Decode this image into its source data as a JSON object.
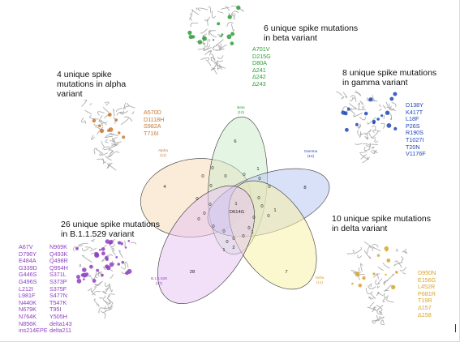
{
  "colors": {
    "alpha": "#c9782f",
    "beta": "#2e9e3a",
    "gamma": "#1f47b8",
    "delta": "#d8a52a",
    "omicron": "#8e3fc0",
    "alpha_fill": "#f6dcb8",
    "beta_fill": "#cfeccd",
    "gamma_fill": "#b9c8f2",
    "delta_fill": "#f7f0a8",
    "omicron_fill": "#e8c7f2",
    "protein": "#9a9a9a"
  },
  "headings": {
    "beta": "6 unique spike mutations\nin beta variant",
    "alpha": "4 unique spike\nmutations in alpha\nvariant",
    "gamma": "8 unique spike mutations\nin gamma variant",
    "omicron": "26 unique spike mutations\nin B.1.1.529 variant",
    "delta": "10 unique spike mutations\nin delta variant"
  },
  "mutations": {
    "beta": [
      "A701V",
      "D215G",
      "D80A",
      "Δ241",
      "Δ242",
      "Δ243"
    ],
    "alpha": [
      "A570D",
      "D1118H",
      "S982A",
      "T716I"
    ],
    "gamma": [
      "D138Y",
      "K417T",
      "L18F",
      "P26S",
      "R190S",
      "T1027I",
      "T20N",
      "V1176F"
    ],
    "delta": [
      "D950N",
      "E156G",
      "L452R",
      "P681R",
      "T19R",
      "Δ157",
      "Δ158"
    ],
    "omicron_col1": [
      "A67V",
      "D796Y",
      "E484A",
      "G339D",
      "G446S",
      "G496S",
      "L212I",
      "L981F",
      "N440K",
      "N679K",
      "N764K",
      "N856K",
      "ins214EPE"
    ],
    "omicron_col2": [
      "N969K",
      "Q493K",
      "Q498R",
      "Q954H",
      "S371L",
      "S373P",
      "S375F",
      "S477N",
      "T547K",
      "T95I",
      "Y505H",
      "delta143",
      "delta211"
    ]
  },
  "venn": {
    "set_labels": {
      "beta": "Beta\n(10)",
      "alpha": "Alpha\n(11)",
      "gamma": "Gamma\n(12)",
      "delta": "Delta\n(14)",
      "omicron": "B.1.1.529\n(37)"
    },
    "unique_counts": {
      "beta": "6",
      "alpha": "4",
      "gamma": "8",
      "delta": "7",
      "omicron": "28"
    },
    "center_label": "D614G",
    "center_count": "1",
    "intersection_counts": [
      "0",
      "0",
      "0",
      "1",
      "0",
      "0",
      "0",
      "0",
      "0",
      "0",
      "0",
      "0",
      "0",
      "0",
      "0",
      "1",
      "0",
      "0",
      "0",
      "0",
      "0",
      "1",
      "0",
      "0",
      "2",
      "1"
    ]
  },
  "icons": [
    "spike-protein-structure-icon"
  ]
}
